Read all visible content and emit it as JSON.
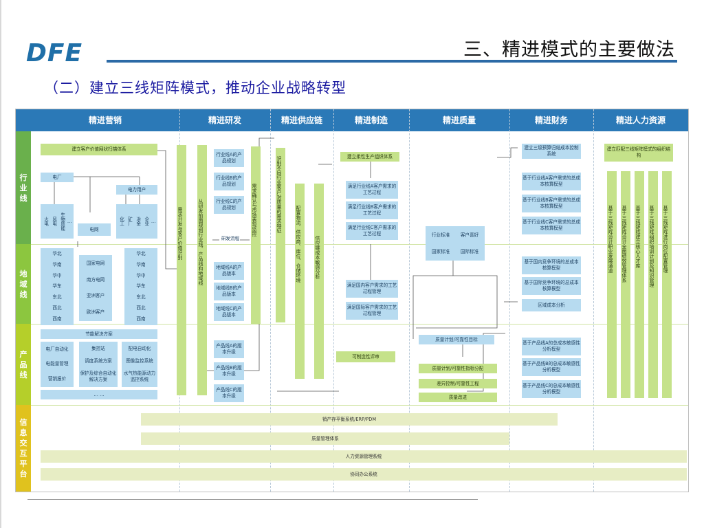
{
  "header": {
    "logo": "DFE",
    "title": "三、精进模式的主要做法",
    "subtitle": "（二）建立三线矩阵模式，推动企业战略转型"
  },
  "diagram": {
    "columns": [
      "精进营销",
      "精进研发",
      "精进供应链",
      "精进制造",
      "精进质量",
      "精进财务",
      "精进人力资源"
    ],
    "rows": [
      "行业线",
      "地域线",
      "产品线",
      "信息交互平台"
    ],
    "marketing": {
      "value_map": "建立客户价值网状扫描体系",
      "electric_plant": "电厂",
      "power_user": "电力用户",
      "plant_types": [
        "火电",
        "风电",
        "生物质能",
        "…"
      ],
      "grid": "电网",
      "user_types": [
        "化工",
        "矿厂",
        "冶金",
        "企业",
        "…"
      ],
      "regions_a": [
        "华北",
        "华南",
        "华中",
        "华东",
        "东北",
        "西北",
        "西南"
      ],
      "grid_regions": [
        "国家电网",
        "南方电网",
        "亚洲客户",
        "欧洲客户"
      ],
      "regions_b": [
        "华北",
        "华南",
        "华中",
        "华东",
        "东北",
        "西北",
        "西南"
      ],
      "energy_solution": "节能解决方案",
      "products_a": [
        "电厂自动化",
        "电能量管理",
        "营销报价"
      ],
      "products_b": [
        "集控站",
        "调度系统方案",
        "保护及综合自动化解决方案"
      ],
      "products_c": [
        "配电自动化",
        "图像监控系统",
        "水气热能源动力监控系统"
      ],
      "more": "…  …"
    },
    "rnd": {
      "col1": "需求开发与客户价值识别",
      "col2": "从研发前面规划行业线、产品线和地域线",
      "industry": [
        "行业线A的产品规划",
        "行业线B的产品规划",
        "行业线C的产品规划"
      ],
      "process": "研发流程",
      "demand": "需求确认与市场表现监控",
      "region": [
        "地域线A的产品版本",
        "地域线B的产品版本",
        "地域线C的产品版本"
      ],
      "product": [
        "产品线A的版本升级",
        "产品线B的版本升级",
        "产品线C的版本升级"
      ]
    },
    "supply": {
      "col1": "识别不同行业客户对质量的需求特征",
      "col2": "配置物流、供应商、库位、仓储环境",
      "col3": "供应链成本敏感分析"
    },
    "manufacturing": {
      "flexible": "建立柔性生产组织体系",
      "industry_process": [
        "满足行业线A客户需求的工艺过程",
        "满足行业线B客户需求的工艺过程",
        "满足行业线C客户需求的工艺过程"
      ],
      "market_process": [
        "满足国内客户需求的工艺过程管理",
        "满足国际客户需求的工艺过程管理"
      ],
      "mfg_eval": "可制造性评审"
    },
    "quality": {
      "standards": [
        "行业标准",
        "客户喜好",
        "国家标准",
        "国际标准"
      ],
      "plan": "质量计划/可靠性目标",
      "items": [
        "质量计划/可靠性指标分配",
        "差异控制/可靠性工程",
        "质量改进"
      ]
    },
    "finance": {
      "budget": "建立三级预算归结成本控制系统",
      "industry_models": [
        "基于行业线A客户需求的总成本核算模型",
        "基于行业线B客户需求的总成本核算模型",
        "基于行业线C客户需求的总成本核算模型"
      ],
      "region_models": [
        "基于国内竞争环境的总成本核算模型",
        "基于国际竞争环境的总成本核算模型"
      ],
      "regional_analysis": "区域成本分析",
      "product_models": [
        "基于产品线A的总成本敏感性分析模型",
        "基于产品线B的总成本敏感性分析模型",
        "基于产品线C的总成本敏感性分析模型"
      ]
    },
    "hr": {
      "org": "建立匹配三线矩阵模式的组织结构",
      "columns": [
        "基于三线矩阵设计职业发展通道",
        "基于三线矩阵设计全面绩效管理体系",
        "基于三线矩阵建立核心人才库",
        "基于三线矩阵组织培训计划及知识管理",
        "基于三线矩阵进行岗位配置管理"
      ]
    },
    "platform": [
      "销产存平衡系统/ERP/PDM",
      "质量管理体系",
      "人力资源管理系统",
      "协同办公系统"
    ]
  },
  "colors": {
    "header": "#2b79b7",
    "box": "#b7dbf0",
    "green": "#c5e28a",
    "accent": "#1a1aa0"
  }
}
